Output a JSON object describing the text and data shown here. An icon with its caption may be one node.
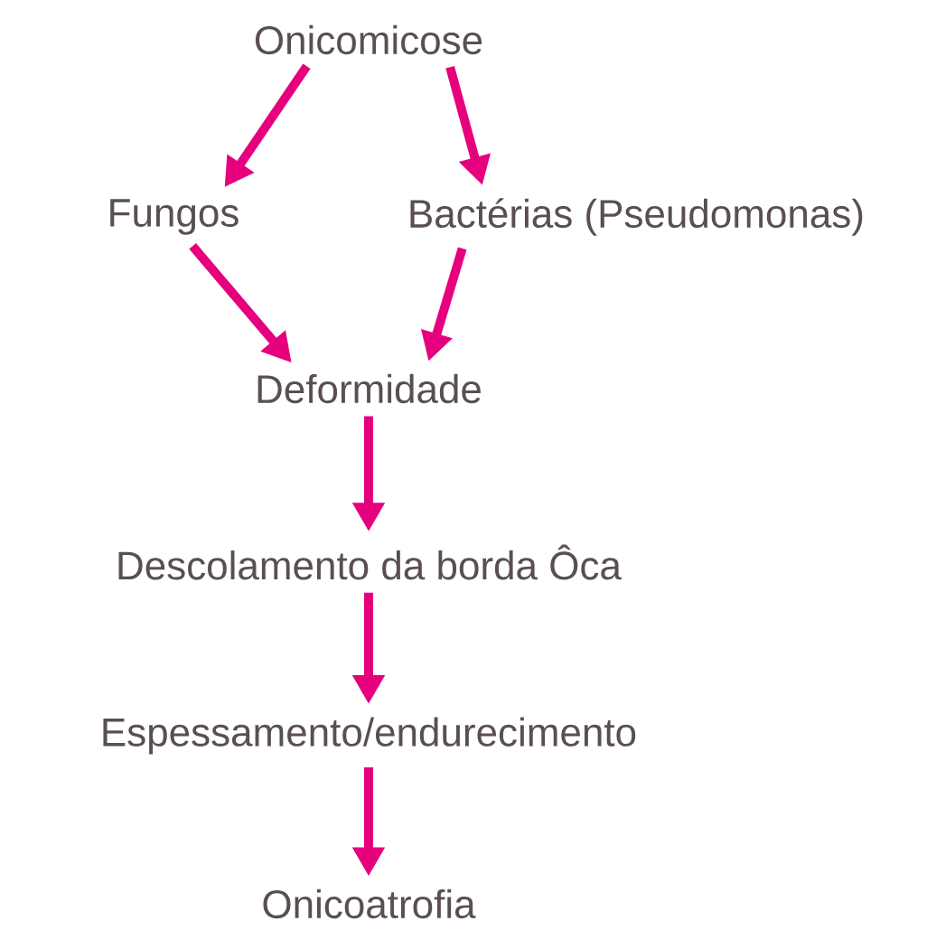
{
  "diagram": {
    "nodes": [
      {
        "text": [
          "Onicomicose"
        ]
      },
      {
        "text": [
          "Fungos"
        ]
      },
      {
        "text": [
          "Bactérias (Pseudomonas)"
        ]
      },
      {
        "text": [
          "Deformidade"
        ]
      },
      {
        "text": [
          "Descolamento da borda Ôca"
        ]
      },
      {
        "text": [
          "Espessamento/endurecimento"
        ]
      },
      {
        "text": [
          "Onicoatrofia"
        ]
      }
    ],
    "edges": [
      {
        "from": 0,
        "to": 1,
        "arrow": "to"
      },
      {
        "from": 0,
        "to": 2,
        "arrow": "to"
      },
      {
        "from": 1,
        "to": 3,
        "arrow": "to"
      },
      {
        "from": 2,
        "to": 3,
        "arrow": "to"
      },
      {
        "from": 3,
        "to": 4,
        "arrow": "to"
      },
      {
        "from": 4,
        "to": 5,
        "arrow": "to"
      },
      {
        "from": 5,
        "to": 6,
        "arrow": "to"
      }
    ]
  }
}
